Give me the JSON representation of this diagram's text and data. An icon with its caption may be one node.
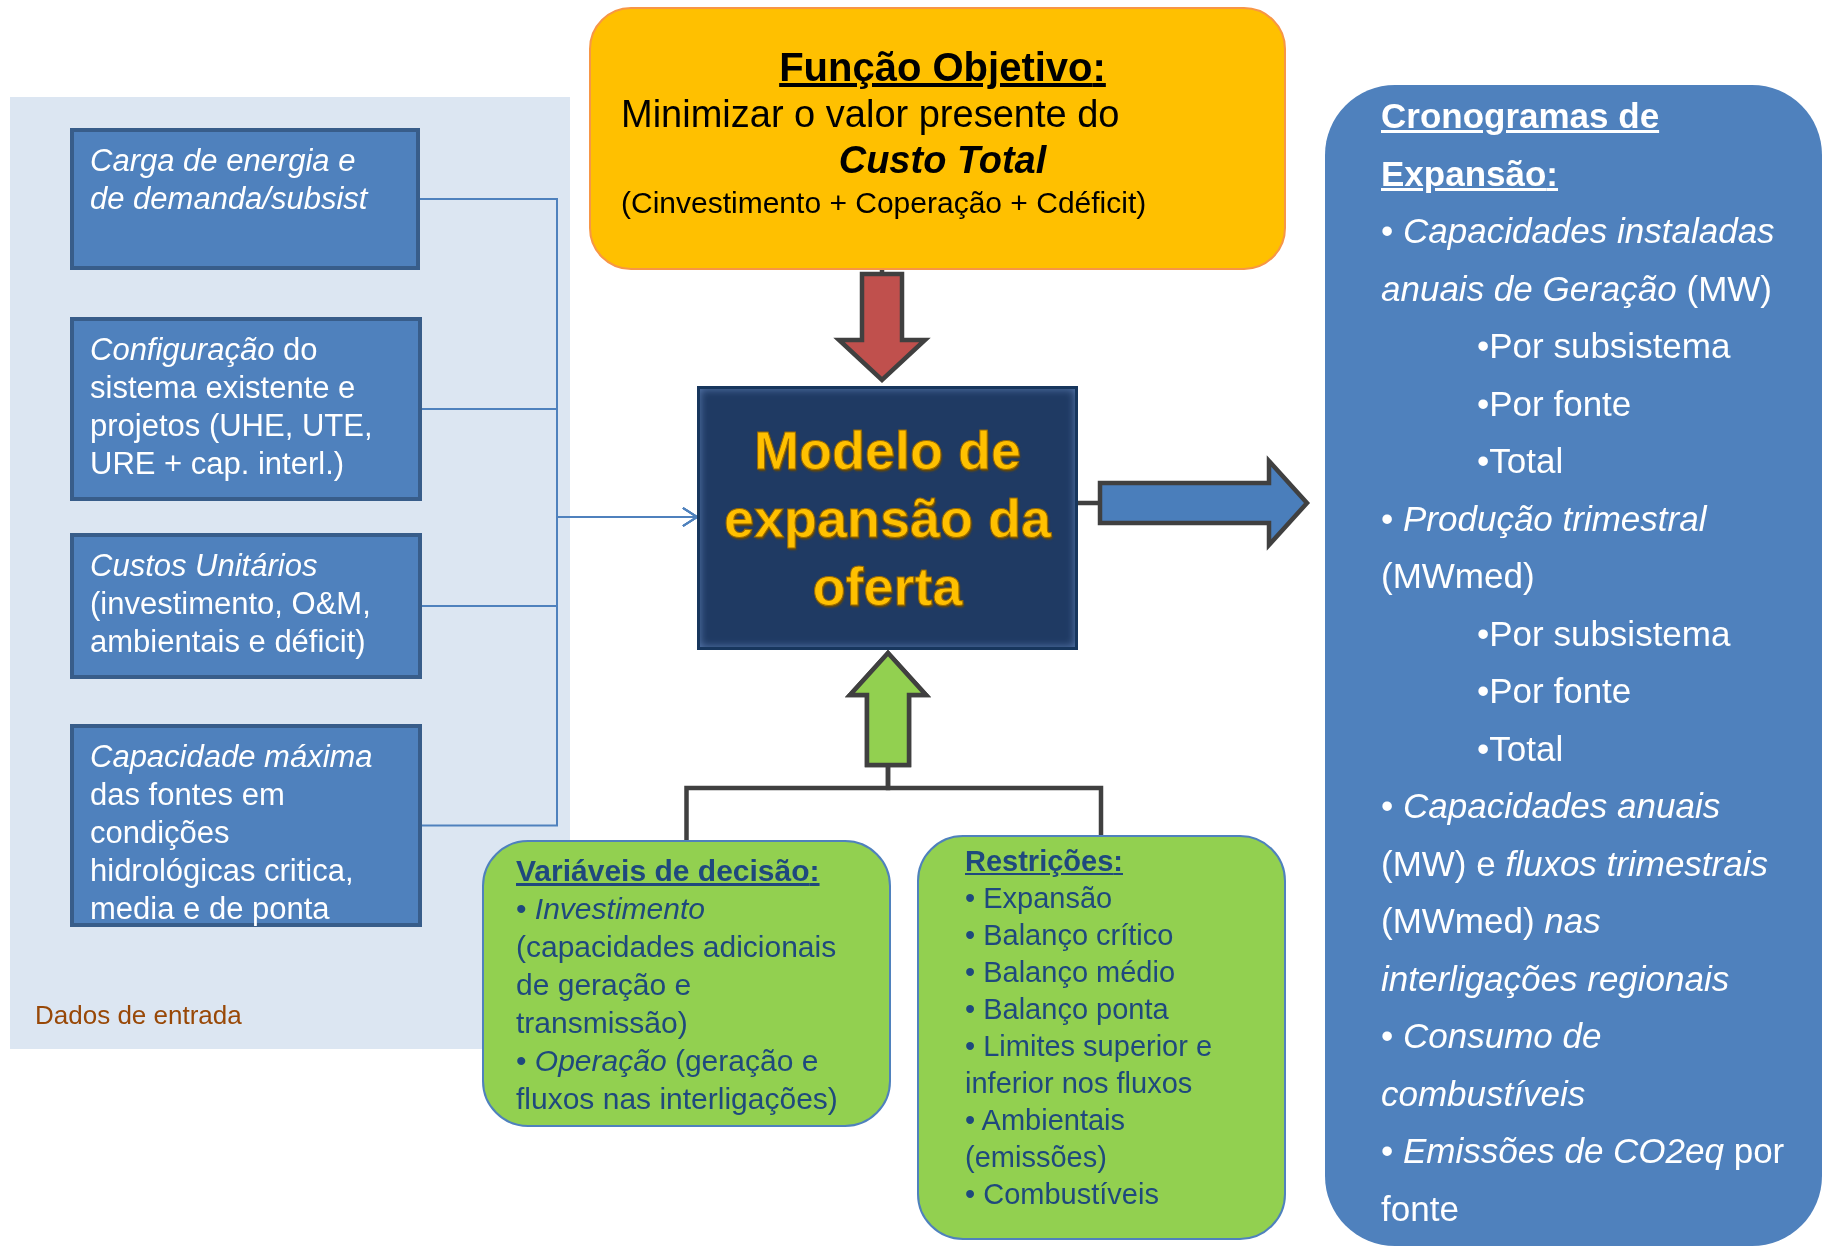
{
  "diagram": {
    "nodes": [
      {
        "text": [
          "Dados de entrada"
        ]
      },
      {
        "text": [
          "*Carga de energia e de demanda/subsist*"
        ],
        "in": 0
      },
      {
        "text": [
          "*Configuração* do sistema existente e projetos (UHE, UTE, URE + cap. interl.)"
        ],
        "in": 0
      },
      {
        "text": [
          "*Custos Unitários* (investimento, O&M, ambientais e déficit)"
        ],
        "in": 0
      },
      {
        "text": [
          "*Capacidade máxima* das fontes em condições hidrológicas critica, media e de ponta"
        ],
        "in": 0
      },
      {
        "text": [
          "**Função Objetivo**:",
          "Minimizar o valor presente do *Custo Total*",
          "(Cinvestimento + Coperação + Cdéficit)"
        ]
      },
      {
        "text": [
          "Modelo de expansão da oferta"
        ]
      },
      {
        "text": [
          "**Variáveis de decisão**:",
          "• *Investimento* (capacidades adicionais de geração e transmissão)",
          "• *Operação* (geração e fluxos nas interligações)"
        ]
      },
      {
        "text": [
          "**Restrições**:",
          "• Expansão",
          "• Balanço crítico",
          "• Balanço médio",
          "• Balanço ponta",
          "• Limites superior e inferior nos fluxos",
          "• Ambientais (emissões)",
          "• Combustíveis"
        ]
      },
      {
        "text": [
          "**Cronogramas de Expansão**:",
          "• *Capacidades instaladas anuais de Geração* (MW)",
          "•Por subsistema",
          "•Por fonte",
          "•Total",
          "• *Produção trimestral* (MWmed)",
          "•Por subsistema",
          "•Por fonte",
          "•Total",
          "• *Capacidades anuais* (MW) e *fluxos trimestrais* (MWmed) *nas interligações regionais*",
          "• *Consumo de combustíveis*",
          "• *Emissões de CO2eq* por fonte"
        ]
      }
    ],
    "edges": [
      {
        "from": 1,
        "to": 6,
        "arrow": "to"
      },
      {
        "from": 2,
        "to": 6,
        "arrow": "to"
      },
      {
        "from": 3,
        "to": 6,
        "arrow": "to"
      },
      {
        "from": 4,
        "to": 6,
        "arrow": "to"
      },
      {
        "from": 5,
        "to": 6,
        "arrow": "to",
        "style": "thick",
        "color": "#c0504d"
      },
      {
        "from": 7,
        "to": 6,
        "arrow": "to",
        "style": "thick",
        "color": "#92d050"
      },
      {
        "from": 8,
        "to": 6,
        "arrow": "to",
        "style": "thick",
        "color": "#92d050"
      },
      {
        "from": 6,
        "to": 9,
        "arrow": "to",
        "style": "thick"
      }
    ]
  }
}
